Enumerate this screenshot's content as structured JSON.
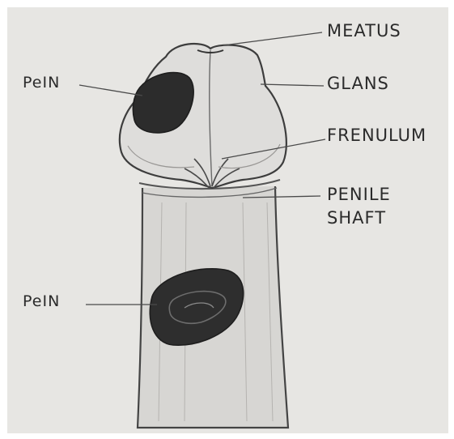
{
  "labels": {
    "meatus": "MEATUS",
    "glans": "GLANS",
    "frenulum": "FRENULUM",
    "penile_shaft_line1": "PENILE",
    "penile_shaft_line2": "SHAFT",
    "pein_top": "PeIN",
    "pein_bottom": "PeIN"
  },
  "colors": {
    "paper": "#e7e6e3",
    "pencil": "#3a3a3a",
    "lesion": "#2a2a2a"
  }
}
